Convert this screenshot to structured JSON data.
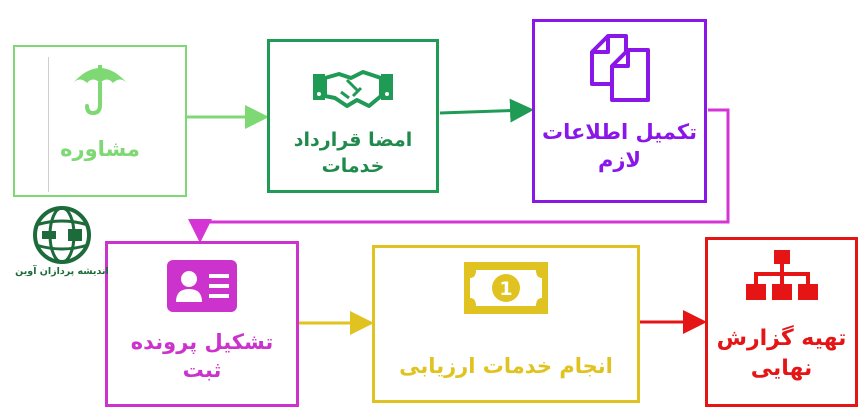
{
  "steps": [
    {
      "label": [
        "مشاوره"
      ],
      "icon": "umbrella-icon",
      "color": "#7ed874"
    },
    {
      "label": [
        "امضا قرارداد",
        "خدمات"
      ],
      "icon": "handshake-icon",
      "color": "#1f9b55"
    },
    {
      "label": [
        "تکمیل اطلاعات",
        "لازم"
      ],
      "icon": "documents-icon",
      "color": "#8a17e8"
    },
    {
      "label": [
        "تشکیل پرونده",
        "ثبت"
      ],
      "icon": "id-card-icon",
      "color": "#cc33cc"
    },
    {
      "label": [
        "انجام خدمات ارزیابی"
      ],
      "icon": "money-bill-icon",
      "color": "#e0c320"
    },
    {
      "label": [
        "تهیه گزارش",
        "نهایی"
      ],
      "icon": "sitemap-icon",
      "color": "#e51515"
    }
  ],
  "logo": {
    "text": "اندیشه پردازان آوین",
    "color": "#1d6b3a"
  }
}
